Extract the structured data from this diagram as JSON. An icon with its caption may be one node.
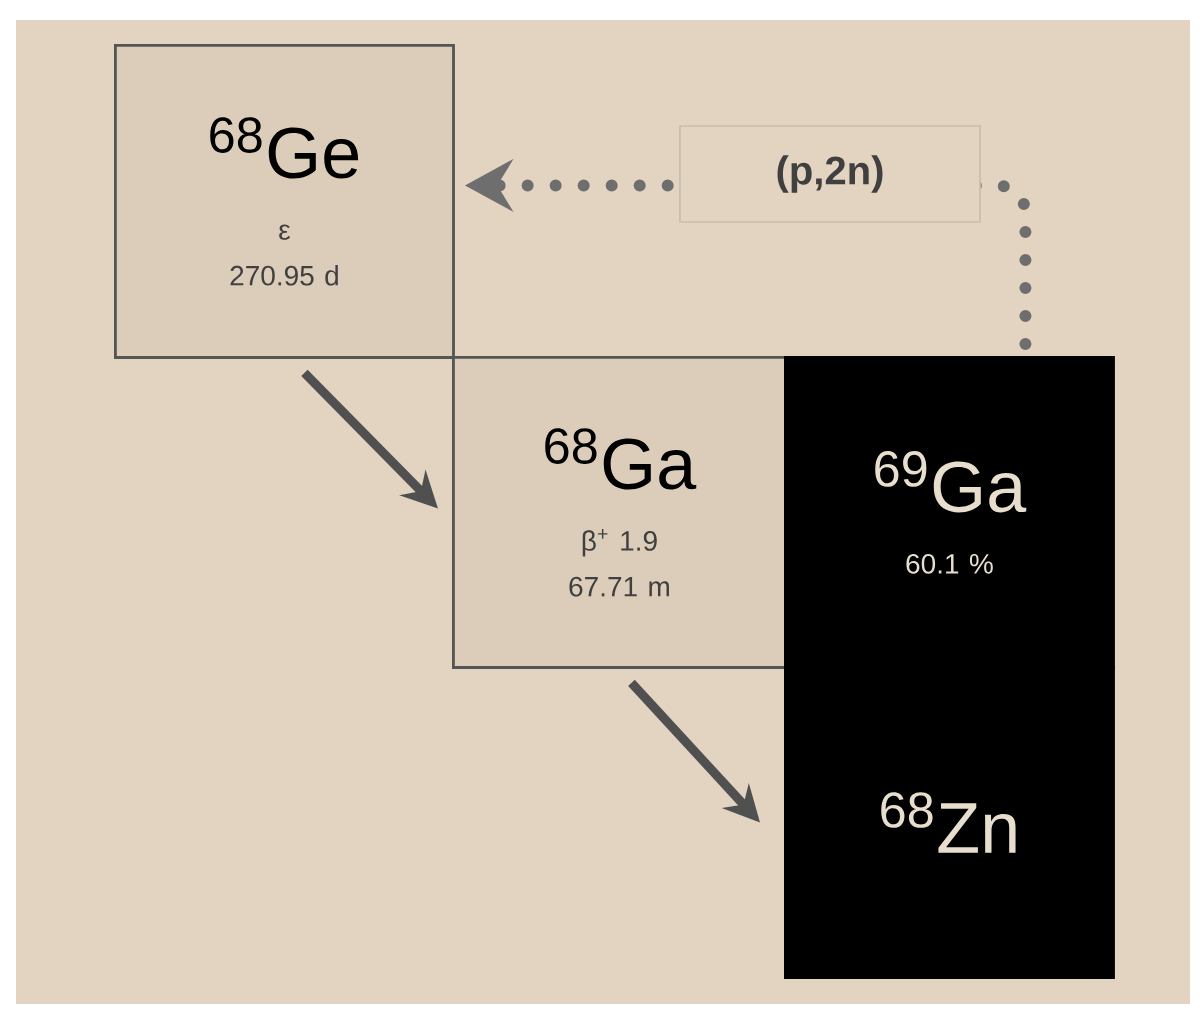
{
  "diagram": {
    "nodes": [
      {
        "text": [
          "$^{68}$Ge",
          "ε",
          "270.95 d"
        ]
      },
      {
        "text": [
          "$^{68}$Ga",
          "β$^{+}$ 1.9",
          "67.71 m"
        ]
      },
      {
        "text": [
          "$^{69}$Ga",
          "60.1 %"
        ]
      },
      {
        "text": [
          "$^{68}$Zn"
        ]
      }
    ],
    "edges": [
      {
        "from": 0,
        "to": 1,
        "arrow": "to"
      },
      {
        "from": 1,
        "to": 3,
        "arrow": "to"
      },
      {
        "from": 2,
        "to": 0,
        "arrow": "to",
        "label": "(p,2n)",
        "style": "dashed",
        "color": "#6e6e6e"
      }
    ]
  }
}
